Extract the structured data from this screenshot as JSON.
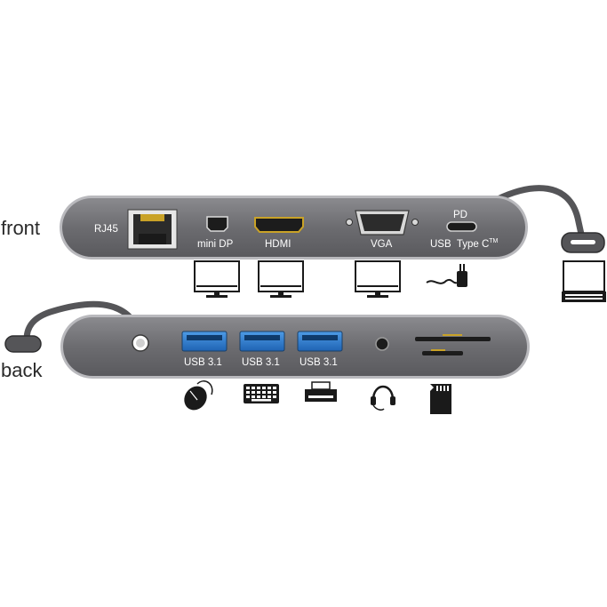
{
  "sides": {
    "front": "front",
    "back": "back"
  },
  "front_ports": {
    "rj45": "RJ45",
    "mini_dp": "mini DP",
    "hdmi": "HDMI",
    "vga": "VGA",
    "pd": "PD",
    "usb_c": "USB  Type C",
    "usb_c_tm": "TM"
  },
  "back_ports": {
    "usb1": "USB 3.1",
    "usb2": "USB 3.1",
    "usb3": "USB 3.1"
  },
  "colors": {
    "body": "#6f6f72",
    "body_edge": "#b8b8bc",
    "usb_blue": "#2f7fd0",
    "icon": "#1a1a1a"
  }
}
